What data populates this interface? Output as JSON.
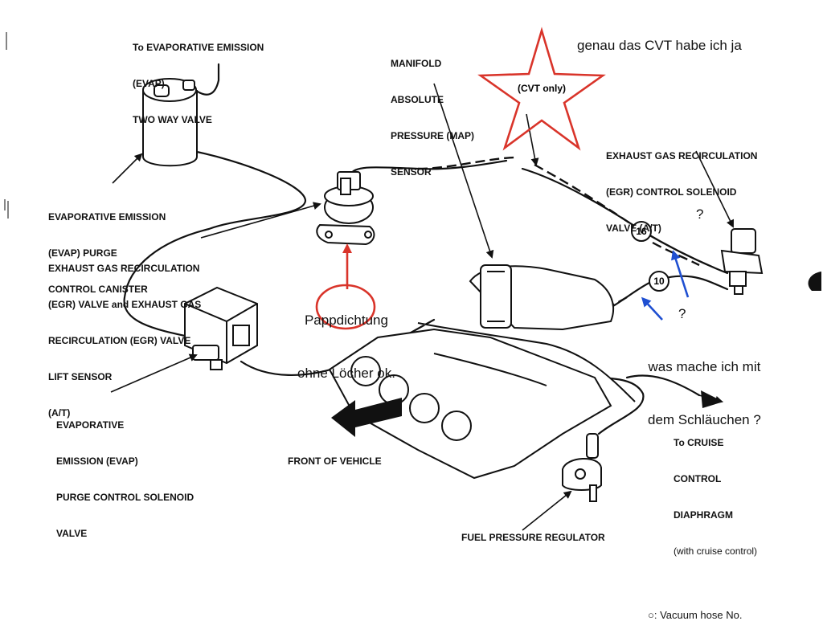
{
  "labels": {
    "evap_two_way": [
      "To EVAPORATIVE EMISSION",
      "(EVAP)",
      "TWO WAY VALVE"
    ],
    "map_sensor": [
      "MANIFOLD",
      "ABSOLUTE",
      "PRESSURE (MAP)",
      "SENSOR"
    ],
    "evap_canister": [
      "EVAPORATIVE EMISSION",
      "(EVAP) PURGE",
      "CONTROL CANISTER"
    ],
    "egr_valve": [
      "EXHAUST GAS RECIRCULATION",
      "(EGR) VALVE and EXHAUST GAS",
      "RECIRCULATION (EGR) VALVE",
      "LIFT SENSOR",
      "(A/T)"
    ],
    "egr_solenoid": [
      "EXHAUST GAS RECIRCULATION",
      "(EGR) CONTROL SOLENOID",
      "VALVE (A/T)"
    ],
    "evap_solenoid": [
      "EVAPORATIVE",
      "EMISSION (EVAP)",
      "PURGE CONTROL SOLENOID",
      "VALVE"
    ],
    "front_of_vehicle": "FRONT OF VEHICLE",
    "cruise_title": [
      "To CRUISE",
      "CONTROL",
      "DIAPHRAGM"
    ],
    "cruise_note": "(with cruise control)",
    "fuel_regulator": "FUEL PRESSURE REGULATOR",
    "cvt_only": "(CVT only)",
    "hose_16": "16",
    "hose_10": "10"
  },
  "annotations": {
    "cvt_note": "genau das CVT habe ich ja",
    "gasket_note": [
      "Pappdichtung",
      "ohne Löcher ok."
    ],
    "question_1": "?",
    "question_2": "?",
    "hose_question": [
      "was mache ich mit",
      "dem Schläuchen ?"
    ],
    "footer_partial": "○: Vacuum hose No."
  },
  "colors": {
    "annotation_red": "#d9342a",
    "annotation_blue": "#1f4fd1",
    "line": "#111111"
  }
}
